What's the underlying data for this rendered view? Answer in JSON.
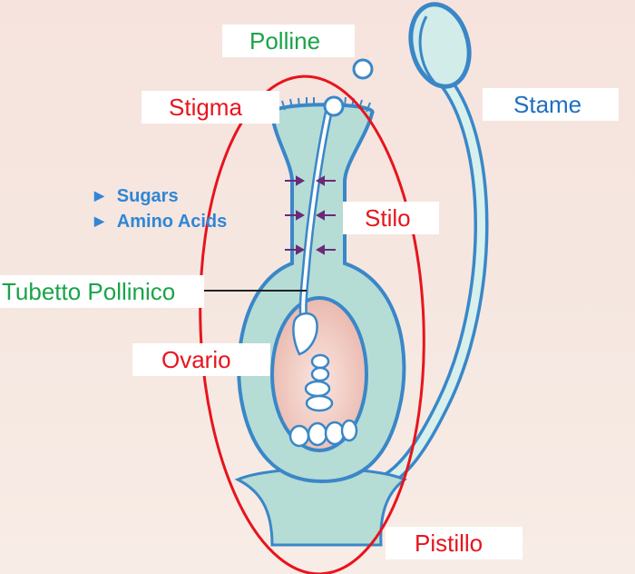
{
  "labels": {
    "polline": "Polline",
    "stigma": "Stigma",
    "stame": "Stame",
    "stilo": "Stilo",
    "tubetto": "Tubetto Pollinico",
    "ovario": "Ovario",
    "pistillo": "Pistillo"
  },
  "nutrients": [
    "Sugars",
    "Amino Acids"
  ],
  "colors": {
    "label_red": "#e8141c",
    "label_green": "#1aa34a",
    "label_blue": "#1f6fc0",
    "pistil_fill": "#b6dcd6",
    "outline": "#3a87c8",
    "ovule_fill": "#f1c6bc",
    "ellipse": "#e8141c"
  }
}
